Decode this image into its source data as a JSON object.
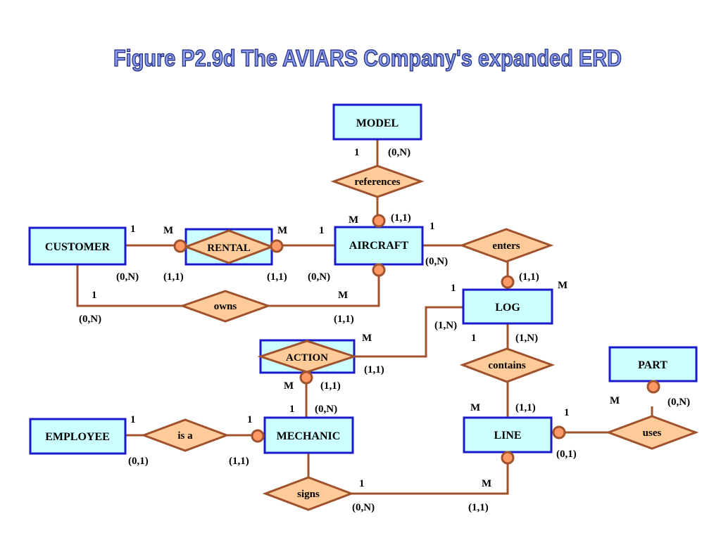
{
  "title": "Figure P2.9d  The AVIARS Company's expanded ERD",
  "colors": {
    "entity_fill": "#ccffff",
    "entity_stroke": "#1a1acc",
    "relationship_fill": "#ffcc99",
    "relationship_stroke": "#a0522d",
    "line": "#a0522d",
    "optional_circle": "#ff9966",
    "title_fill": "#8899ee",
    "title_stroke": "#1e2a78"
  },
  "entities": {
    "model": "MODEL",
    "customer": "CUSTOMER",
    "rental": "RENTAL",
    "aircraft": "AIRCRAFT",
    "log": "LOG",
    "action": "ACTION",
    "part": "PART",
    "employee": "EMPLOYEE",
    "mechanic": "MECHANIC",
    "line": "LINE"
  },
  "relationships": {
    "references": "references",
    "enters": "enters",
    "owns": "owns",
    "contains": "contains",
    "is_a": "is a",
    "uses": "uses",
    "signs": "signs"
  },
  "labels": {
    "model_1": "1",
    "model_card": "(0,N)",
    "aircraft_ref_m": "M",
    "aircraft_ref_card": "(1,1)",
    "aircraft_enters_1": "1",
    "cust_rental_1": "1",
    "rental_cust_m": "M",
    "rental_air_m": "M",
    "air_rental_1": "1",
    "cust_card": "(0,N)",
    "rental_left_card": "(1,1)",
    "rental_right_card": "(1,1)",
    "air_rental_card": "(0,N)",
    "air_enters_card": "(0,N)",
    "log_enters_card": "(1,1)",
    "log_enters_m": "M",
    "cust_owns_1": "1",
    "cust_owns_card": "(0,N)",
    "air_owns_m": "M",
    "air_owns_card": "(1,1)",
    "log_action_1": "1",
    "log_action_card": "(1,N)",
    "action_log_m": "M",
    "action_log_card": "(1,1)",
    "log_contains_1": "1",
    "log_contains_card": "(1,N)",
    "action_mech_m": "M",
    "action_mech_card": "(1,1)",
    "mech_action_1": "1",
    "mech_action_card": "(0,N)",
    "line_contains_m": "M",
    "line_contains_card": "(1,1)",
    "line_uses_1": "1",
    "line_uses_card": "(0,1)",
    "part_uses_m": "M",
    "part_uses_card": "(0,N)",
    "emp_isa_1": "1",
    "emp_isa_card": "(0,1)",
    "mech_isa_1": "1",
    "mech_isa_card": "(1,1)",
    "mech_signs_1": "1",
    "mech_signs_card": "(0,N)",
    "line_signs_m": "M",
    "line_signs_card": "(1,1)"
  }
}
